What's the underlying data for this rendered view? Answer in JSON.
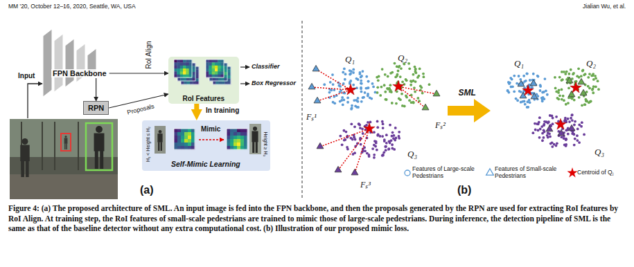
{
  "diagram": {
    "caption": "Figure 4: (a) The proposed architecture of SML. An input image is fed into the FPN backbone, and then the proposals generated by the RPN are used for extracting RoI features by RoI Align. At training step, the RoI features of small-scale pedestrians are trained to mimic those of large-scale pedestrians. During inference, the detection pipeline of SML is the same as that of the baseline detector without any extra computational cost. (b) Illustration of our proposed mimic loss.",
    "nodes": [
      {
        "text": [
          "FPN Backbone"
        ]
      },
      {
        "text": [
          "RPN"
        ]
      },
      {
        "text": [
          "RoI Features"
        ]
      },
      {
        "text": [
          "H₁ < Height ≤ H₂",
          "Mimic",
          "Height ≥ H₃",
          "Self-Mimic Learning"
        ]
      }
    ],
    "edges": [
      {
        "from": 0,
        "to": 1,
        "arrow": "to"
      },
      {
        "from": 0,
        "to": 2,
        "label": "RoI Align",
        "arrow": "to"
      },
      {
        "from": 1,
        "to": 2,
        "label": "Proposals",
        "arrow": "to"
      },
      {
        "from": 2,
        "to": 3,
        "label": "In training",
        "arrow": "to"
      }
    ],
    "labels": [
      "MM '20, October 12–16, 2020, Seattle, WA, USA",
      "Jialian Wu, et al.",
      "Input",
      "Classifier",
      "Box Regressor",
      "(a)",
      "Q₁",
      "Q₂",
      "Fₛ¹",
      "Fₛ²",
      "Q₃",
      "Fₛ³",
      "SML",
      "Q₁",
      "Q₂",
      "Q₃",
      "(b)"
    ],
    "legend": [
      {
        "text": "Features of Large-scale Pedestrians"
      },
      {
        "text": "Features of Small-scale Pedestrians"
      },
      {
        "text": "Centroid of Qⱼ"
      }
    ]
  }
}
